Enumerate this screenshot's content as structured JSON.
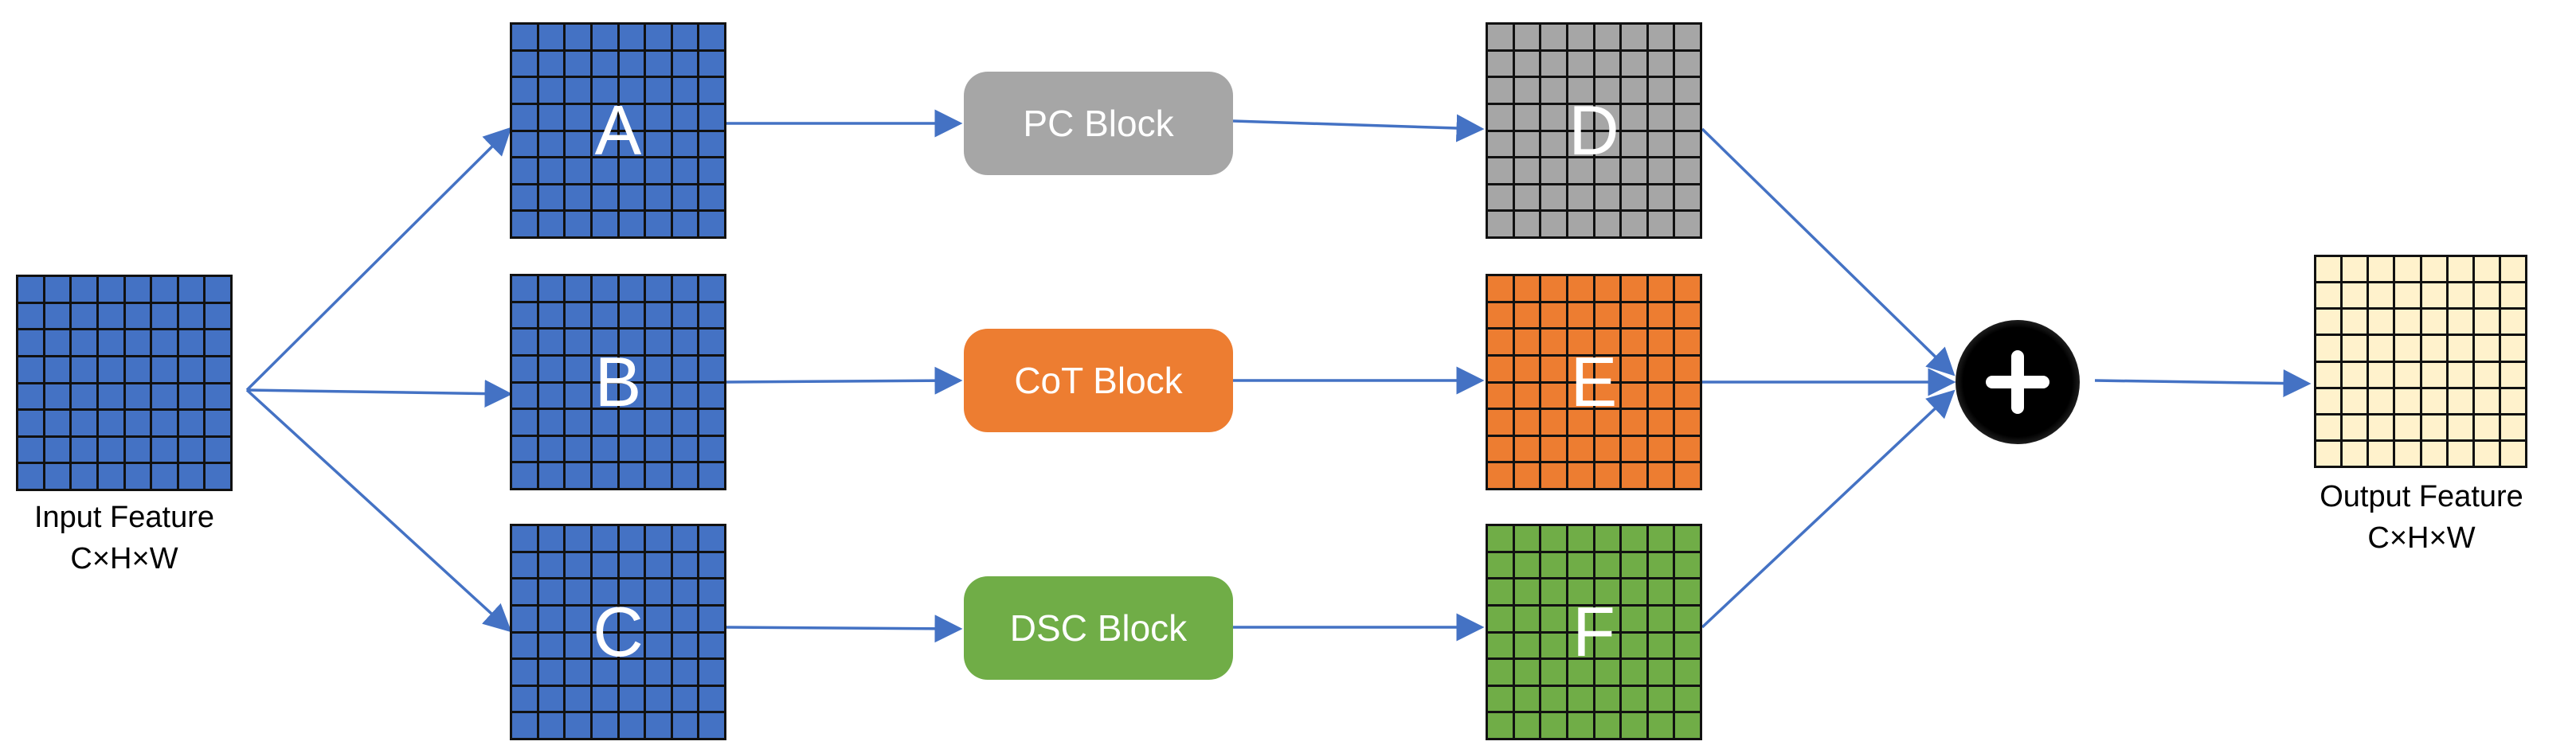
{
  "input_feature": {
    "label": "Input Feature",
    "dims": "C×H×W"
  },
  "output_feature": {
    "label": "Output Feature",
    "dims": "C×H×W"
  },
  "branches": [
    {
      "grid_letter": "A",
      "block_label": "PC Block",
      "out_letter": "D"
    },
    {
      "grid_letter": "B",
      "block_label": "CoT Block",
      "out_letter": "E"
    },
    {
      "grid_letter": "C",
      "block_label": "DSC Block",
      "out_letter": "F"
    }
  ],
  "colors": {
    "blue_grid": "#4472C4",
    "gray_grid": "#A6A6A6",
    "orange_grid": "#ED7D31",
    "green_grid": "#70AD47",
    "output_grid": "#FFF2CC",
    "pc_block": "#A6A6A6",
    "cot_block": "#ED7D31",
    "dsc_block": "#70AD47",
    "arrow": "#4472C4"
  },
  "icons": {
    "sum": "plus-circle-icon"
  }
}
